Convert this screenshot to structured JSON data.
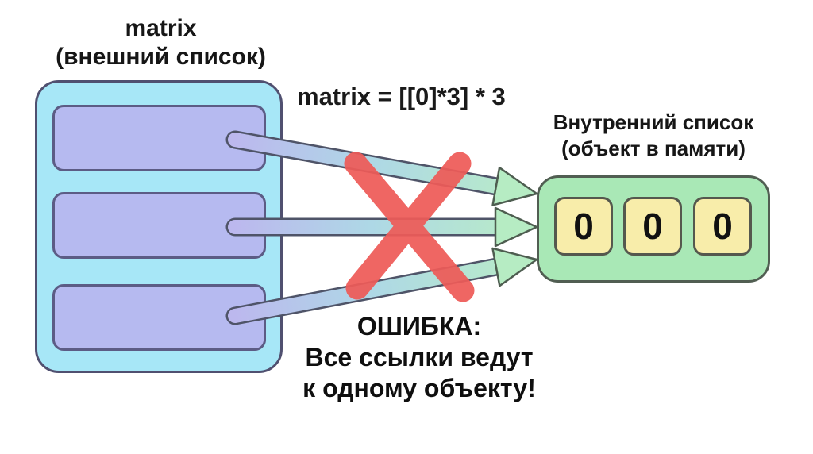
{
  "outer_list": {
    "title_line1": "matrix",
    "title_line2": "(внешний список)",
    "row_count": 3
  },
  "code_expression": "matrix = [[0]*3] * 3",
  "inner_list": {
    "title_line1": "Внутренний список",
    "title_line2": "(объект в памяти)",
    "values": [
      "0",
      "0",
      "0"
    ]
  },
  "error_caption": {
    "line1": "ОШИБКА:",
    "line2": "Все ссылки ведут",
    "line3": "к одному объекту!"
  },
  "colors": {
    "background": "#ffffff",
    "outer_box_fill": "#a7e7f7",
    "outer_box_border": "#505070",
    "row_fill": "#b6baf0",
    "row_border": "#5c5c85",
    "inner_box_fill": "#a9e8b6",
    "inner_box_border": "#515e52",
    "value_cell_fill": "#f8edaa",
    "value_cell_border": "#55584e",
    "reference_start": "#bcb8ee",
    "reference_mid": "#aed8e6",
    "reference_end": "#b9edc5",
    "reference_outline": "#4f5468",
    "arrowhead_fill": "#b6ecc3",
    "arrowhead_stroke": "#4e5d50",
    "error_cross": "#ee5b58",
    "text": "#121212"
  }
}
